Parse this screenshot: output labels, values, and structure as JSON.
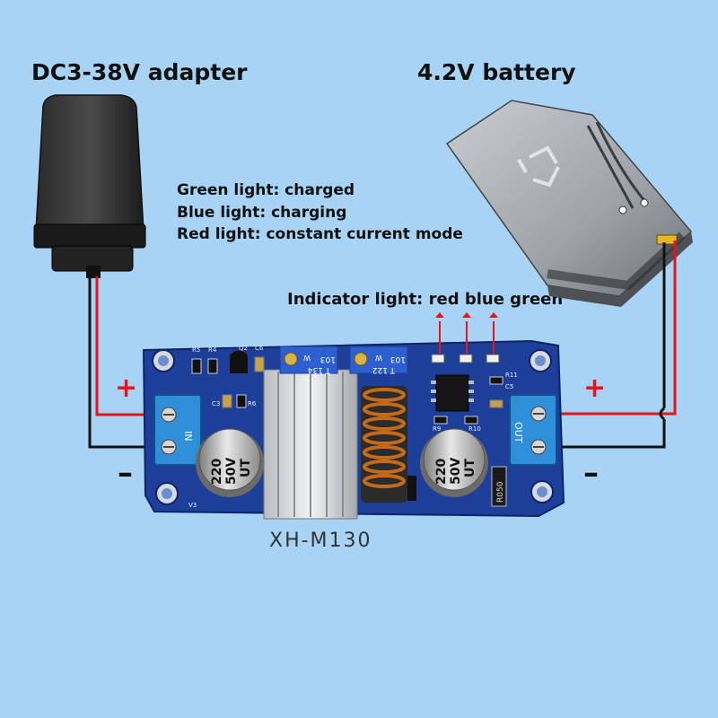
{
  "labels": {
    "adapter": "DC3-38V adapter",
    "battery": "4.2V battery",
    "green_light": "Green light: charged",
    "blue_light": "Blue light: charging",
    "red_light": "Red light: constant current mode",
    "indicator": "Indicator light: red blue green",
    "model": "XH-M130"
  },
  "board": {
    "in_label": "IN",
    "out_label": "OUT",
    "cap_left": [
      "220",
      "50V",
      "UT"
    ],
    "cap_right": [
      "220",
      "50V",
      "UT"
    ],
    "pot_left": [
      "W",
      "134",
      "T",
      "103"
    ],
    "pot_right": [
      "W",
      "122",
      "T",
      "103"
    ],
    "resistor": "R050",
    "silk": [
      "R5",
      "R4",
      "Q2",
      "C6",
      "C3",
      "R6",
      "V3",
      "R11",
      "C5",
      "R9",
      "R10"
    ]
  },
  "polarity": {
    "plus": "+",
    "minus": "–"
  },
  "colors": {
    "background": "#a9d3f5",
    "board": "#1d3f9a",
    "positive_wire": "#e8141a",
    "negative_wire": "#111111",
    "terminal": "#2f8fd8"
  }
}
